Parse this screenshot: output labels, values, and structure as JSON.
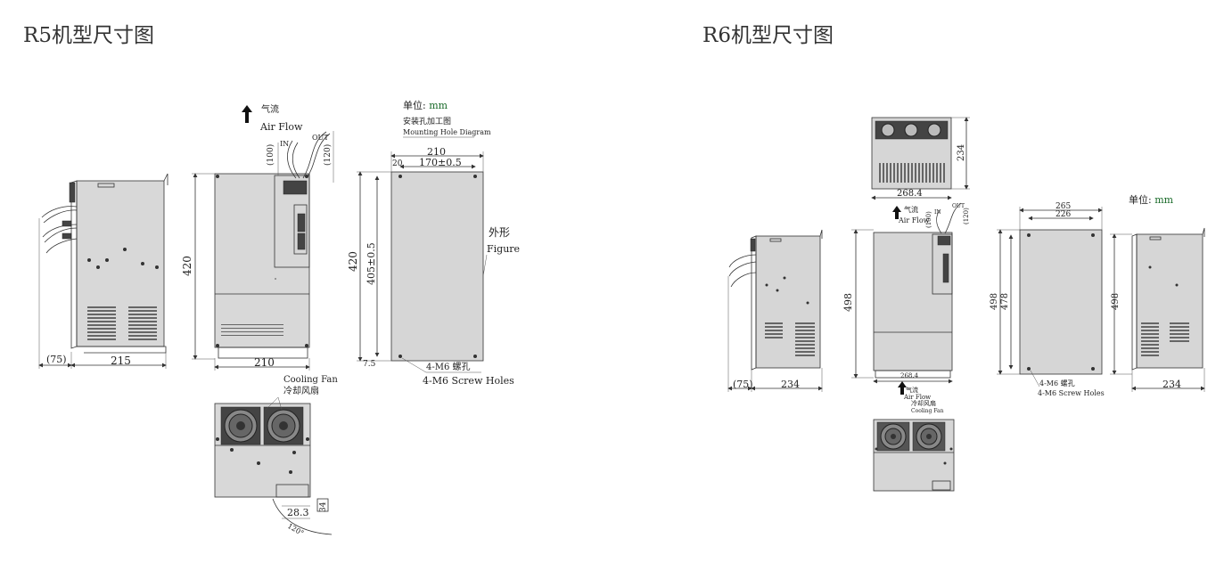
{
  "r5": {
    "title": "R5机型尺寸图",
    "airflow_cn": "气流",
    "airflow_en": "Air Flow",
    "in_label": "IN",
    "out_label": "OUT",
    "dim_100": "(100)",
    "dim_120": "(120)",
    "dim_420_side": "420",
    "dim_75": "(75)",
    "dim_215": "215",
    "dim_210_front": "210",
    "cooling_fan_en": "Cooling Fan",
    "cooling_fan_cn": "冷却风扇",
    "dim_28_3": "28.3",
    "dim_34": "34",
    "dim_120deg": "120°",
    "unit": "单位: mm",
    "mount_cn": "安装孔加工图",
    "mount_en": "Mounting Hole Diagram",
    "dim_210_mount": "210",
    "dim_20": "20",
    "dim_170": "170±0.5",
    "dim_420_mount": "420",
    "dim_405": "405±0.5",
    "dim_7_5": "7.5",
    "figure_cn": "外形",
    "figure_en": "Figure",
    "holes_cn": "4-M6 螺孔",
    "holes_en": "4-M6 Screw Holes"
  },
  "r6": {
    "title": "R6机型尺寸图",
    "dim_234_top": "234",
    "dim_268_4_top": "268.4",
    "unit": "单位: mm",
    "airflow_cn": "气流",
    "airflow_en": "Air Flow",
    "in_label": "IN",
    "out_label": "OUT",
    "dim_100": "(100)",
    "dim_120": "(120)",
    "dim_498_front": "498",
    "dim_268_4_bottom": "268.4",
    "dim_75": "(75)",
    "dim_234_side": "234",
    "cooling_fan_cn": "冷却风扇",
    "cooling_fan_en": "Cooling Fan",
    "dim_265": "265",
    "dim_226": "226",
    "dim_498_mount": "498",
    "dim_478": "478",
    "holes_cn": "4-M6 螺孔",
    "holes_en": "4-M6 Screw Holes",
    "dim_498_right": "498",
    "dim_234_right": "234"
  }
}
